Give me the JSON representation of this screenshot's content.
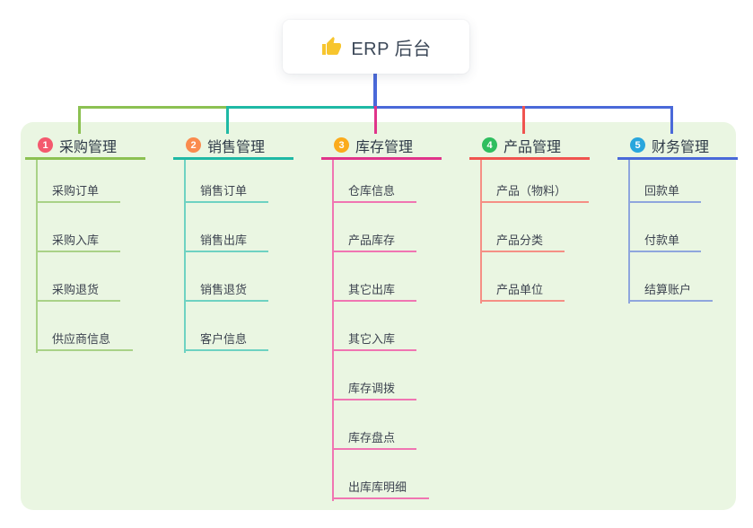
{
  "root": {
    "label": "ERP 后台",
    "icon": "thumbs-up-icon"
  },
  "colors": {
    "panel_bg": "#eaf6e2",
    "root_stem": "#4a69d9",
    "header_text": "#2e3a47",
    "item_text": "#3d4450",
    "thumb_yellow": "#f7c52e"
  },
  "branches": [
    {
      "index": "1",
      "label": "采购管理",
      "badge_color": "#f4596e",
      "line_color": "#8cc152",
      "item_line_color": "#a9d287",
      "items": [
        "采购订单",
        "采购入库",
        "采购退货",
        "供应商信息"
      ]
    },
    {
      "index": "2",
      "label": "销售管理",
      "badge_color": "#fa8b4e",
      "line_color": "#1fb9a5",
      "item_line_color": "#6ed2c2",
      "items": [
        "销售订单",
        "销售出库",
        "销售退货",
        "客户信息"
      ]
    },
    {
      "index": "3",
      "label": "库存管理",
      "badge_color": "#fbab1c",
      "line_color": "#e0348a",
      "item_line_color": "#f075b2",
      "items": [
        "仓库信息",
        "产品库存",
        "其它出库",
        "其它入库",
        "库存调拨",
        "库存盘点",
        "出库库明细"
      ]
    },
    {
      "index": "4",
      "label": "产品管理",
      "badge_color": "#2fbe5f",
      "line_color": "#f0544f",
      "item_line_color": "#f58f85",
      "items": [
        "产品（物料）",
        "产品分类",
        "产品单位"
      ]
    },
    {
      "index": "5",
      "label": "财务管理",
      "badge_color": "#29a6dd",
      "line_color": "#4a69d9",
      "item_line_color": "#8fa6dd",
      "items": [
        "回款单",
        "付款单",
        "结算账户"
      ]
    }
  ]
}
